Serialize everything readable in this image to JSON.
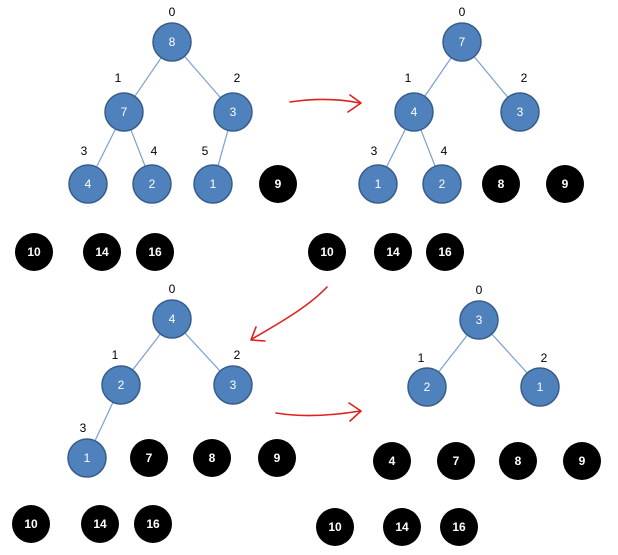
{
  "colors": {
    "heap_node_fill": "#4f81bd",
    "heap_node_stroke": "#385d8a",
    "sorted_node_fill": "#000000",
    "edge": "#7aa0d0",
    "arrow": "#e0201b",
    "label": "#ffffff",
    "index": "#000000"
  },
  "panels": [
    {
      "heap": [
        {
          "index": "0",
          "value": "8"
        },
        {
          "index": "1",
          "value": "7"
        },
        {
          "index": "2",
          "value": "3"
        },
        {
          "index": "3",
          "value": "4"
        },
        {
          "index": "4",
          "value": "2"
        },
        {
          "index": "5",
          "value": "1"
        }
      ],
      "sorted": [
        "9",
        "10",
        "14",
        "16"
      ]
    },
    {
      "heap": [
        {
          "index": "0",
          "value": "7"
        },
        {
          "index": "1",
          "value": "4"
        },
        {
          "index": "2",
          "value": "3"
        },
        {
          "index": "3",
          "value": "1"
        },
        {
          "index": "4",
          "value": "2"
        }
      ],
      "sorted": [
        "8",
        "9",
        "10",
        "14",
        "16"
      ]
    },
    {
      "heap": [
        {
          "index": "0",
          "value": "4"
        },
        {
          "index": "1",
          "value": "2"
        },
        {
          "index": "2",
          "value": "3"
        },
        {
          "index": "3",
          "value": "1"
        }
      ],
      "sorted": [
        "7",
        "8",
        "9",
        "10",
        "14",
        "16"
      ]
    },
    {
      "heap": [
        {
          "index": "0",
          "value": "3"
        },
        {
          "index": "1",
          "value": "2"
        },
        {
          "index": "2",
          "value": "1"
        }
      ],
      "sorted": [
        "4",
        "7",
        "8",
        "9",
        "10",
        "14",
        "16"
      ]
    }
  ]
}
